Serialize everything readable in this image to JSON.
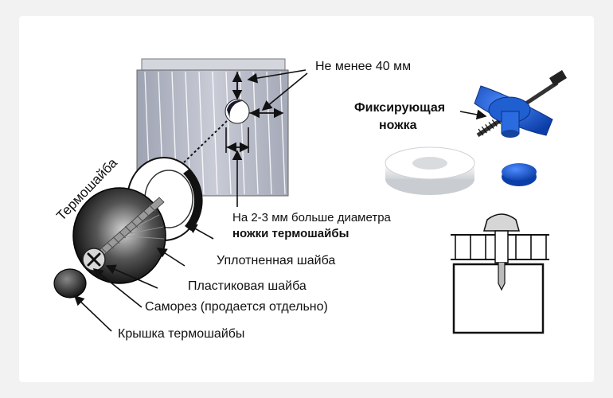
{
  "labels": {
    "min_distance": "Не менее 40 мм",
    "fixing_leg_line1": "Фиксирующая",
    "fixing_leg_line2": "ножка",
    "thermowasher": "Термошайба",
    "diameter_note_line1": "На 2-3 мм больше диаметра",
    "diameter_note_line2": "ножки термошайбы",
    "sealed_washer": "Уплотненная шайба",
    "plastic_washer": "Пластиковая шайба",
    "screw": "Саморез (продается отдельно)",
    "cap": "Крышка термошайбы"
  },
  "colors": {
    "background": "#f2f2f2",
    "panel": "#ffffff",
    "sheet": "#b8bcc8",
    "accent_blue": "#1f5fd0",
    "text": "#111111"
  },
  "icons": {
    "screw_head": "cross-head-screw-icon"
  }
}
